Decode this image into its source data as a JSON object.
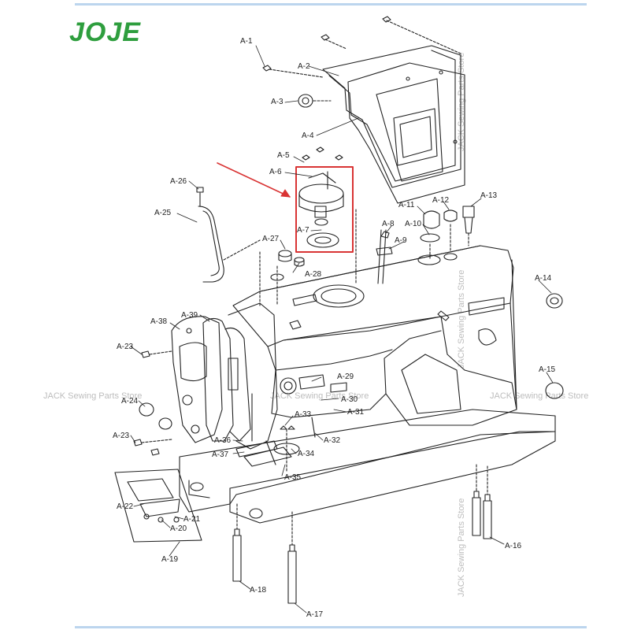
{
  "brand": {
    "logo_text": "JOJE",
    "logo_color": "#2e9e3e"
  },
  "watermarks": {
    "text": "JACK Sewing Parts Store"
  },
  "highlight": {
    "color": "#d93434",
    "part": "A-7"
  },
  "parts": [
    "A-1",
    "A-2",
    "A-3",
    "A-4",
    "A-5",
    "A-6",
    "A-7",
    "A-8",
    "A-9",
    "A-10",
    "A-11",
    "A-12",
    "A-13",
    "A-14",
    "A-15",
    "A-16",
    "A-17",
    "A-18",
    "A-19",
    "A-20",
    "A-21",
    "A-22",
    "A-23",
    "A-24",
    "A-25",
    "A-26",
    "A-27",
    "A-28",
    "A-29",
    "A-30",
    "A-31",
    "A-32",
    "A-33",
    "A-34",
    "A-35",
    "A-36",
    "A-37",
    "A-38",
    "A-39"
  ],
  "labels": {
    "a1": "A-1",
    "a2": "A-2",
    "a3": "A-3",
    "a4": "A-4",
    "a5": "A-5",
    "a6": "A-6",
    "a7": "A-7",
    "a8": "A-8",
    "a9": "A-9",
    "a10": "A-10",
    "a11": "A-11",
    "a12": "A-12",
    "a13": "A-13",
    "a14": "A-14",
    "a15": "A-15",
    "a16": "A-16",
    "a17": "A-17",
    "a18": "A-18",
    "a19": "A-19",
    "a20": "A-20",
    "a21": "A-21",
    "a22": "A-22",
    "a23a": "A-23",
    "a23b": "A-23",
    "a24": "A-24",
    "a25": "A-25",
    "a26": "A-26",
    "a27": "A-27",
    "a28": "A-28",
    "a29": "A-29",
    "a30": "A-30",
    "a31": "A-31",
    "a32": "A-32",
    "a33": "A-33",
    "a34": "A-34",
    "a35": "A-35",
    "a36": "A-36",
    "a37": "A-37",
    "a38": "A-38",
    "a39": "A-39"
  }
}
